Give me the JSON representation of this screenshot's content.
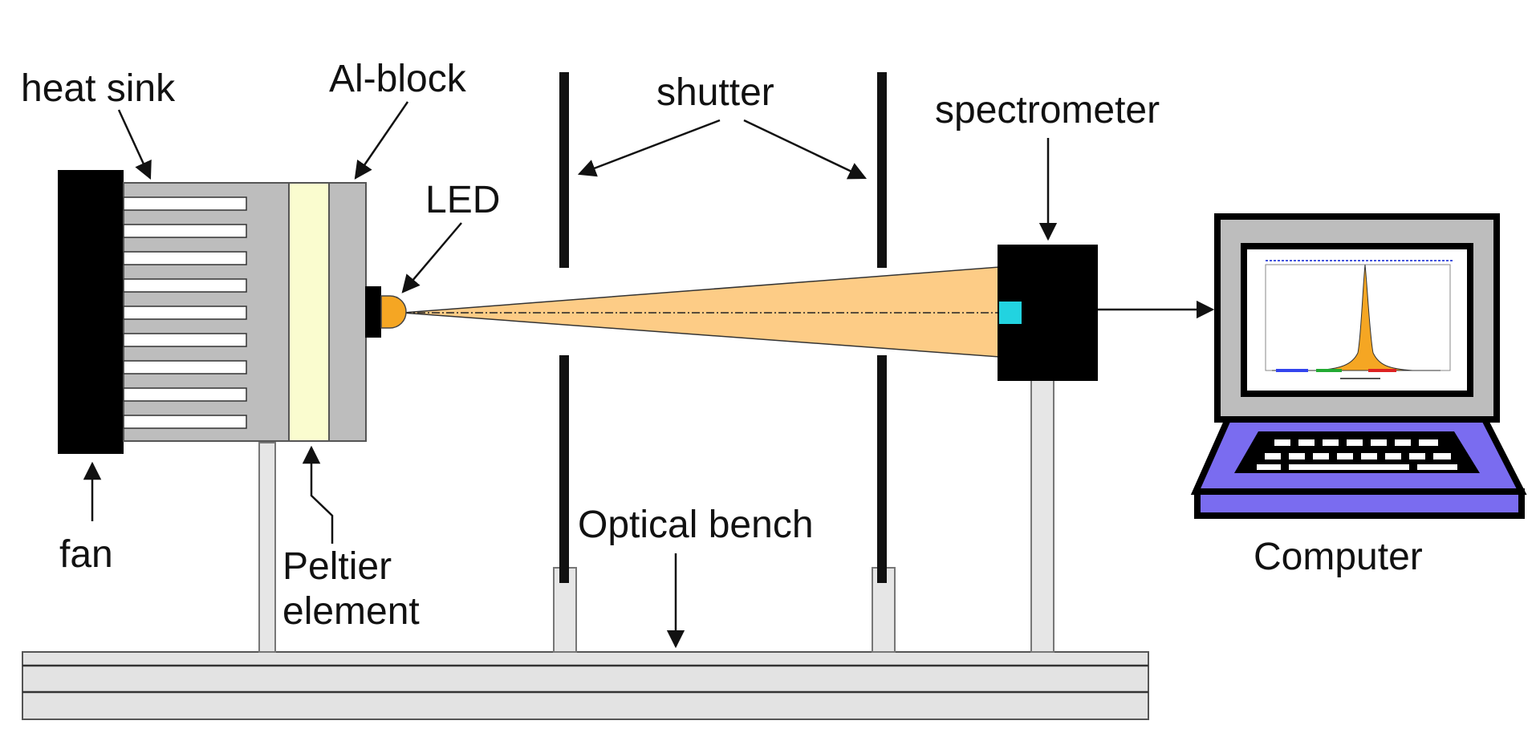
{
  "labels": {
    "heat_sink": "heat sink",
    "al_block": "Al-block",
    "led": "LED",
    "shutter": "shutter",
    "spectrometer": "spectrometer",
    "fan": "fan",
    "peltier_line1": "Peltier",
    "peltier_line2": "element",
    "optical_bench": "Optical bench",
    "computer": "Computer"
  },
  "colors": {
    "beam": "#FDCC86",
    "led": "#F5A623",
    "peltier": "#FAFCCF",
    "spectrometer_window": "#22D3E0",
    "keyboard": "#7A6CF0",
    "spectrum_peak": "#F5A623",
    "metal_gray": "#BDBDBD",
    "bench_gray": "#E3E3E3"
  },
  "screen_chart": {
    "type": "line",
    "peak": "single narrow emission peak"
  }
}
